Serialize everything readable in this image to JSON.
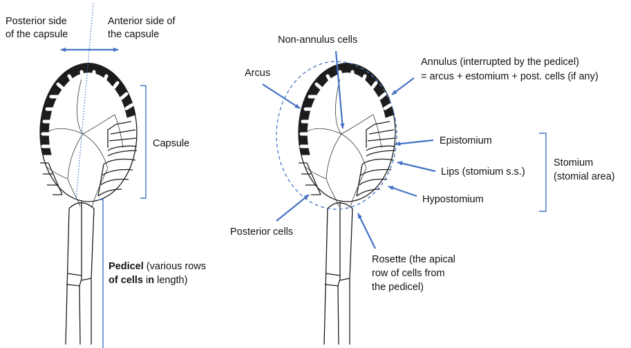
{
  "colors": {
    "annotation": "#4472c4",
    "ink": "#1a1a1a",
    "background": "#ffffff"
  },
  "left": {
    "posterior_label": [
      "Posterior side",
      "of the capsule"
    ],
    "anterior_label": [
      "Anterior side of",
      "the capsule"
    ],
    "capsule_label": "Capsule",
    "pedicel_label": {
      "line1_bold": "Pedicel",
      "line1_rest": " (various rows",
      "line2_bold": "of cells",
      "line2_mid": " i",
      "line2_bold2": "n",
      "line2_rest": " length)"
    }
  },
  "right": {
    "non_annulus_label": "Non-annulus cells",
    "annulus_label": [
      "Annulus (interrupted by the pedicel)",
      "= arcus + estomium + post. cells (if any)"
    ],
    "arcus_label": "Arcus",
    "epistomium_label": "Epistomium",
    "lips_label": "Lips (stomium s.s.)",
    "hypostomium_label": "Hypostomium",
    "stomium_label": [
      "Stomium",
      "(stomial area)"
    ],
    "posterior_cells_label": "Posterior cells",
    "rosette_label": [
      "Rosette (the apical",
      "row of cells from",
      "the pedicel)"
    ]
  }
}
